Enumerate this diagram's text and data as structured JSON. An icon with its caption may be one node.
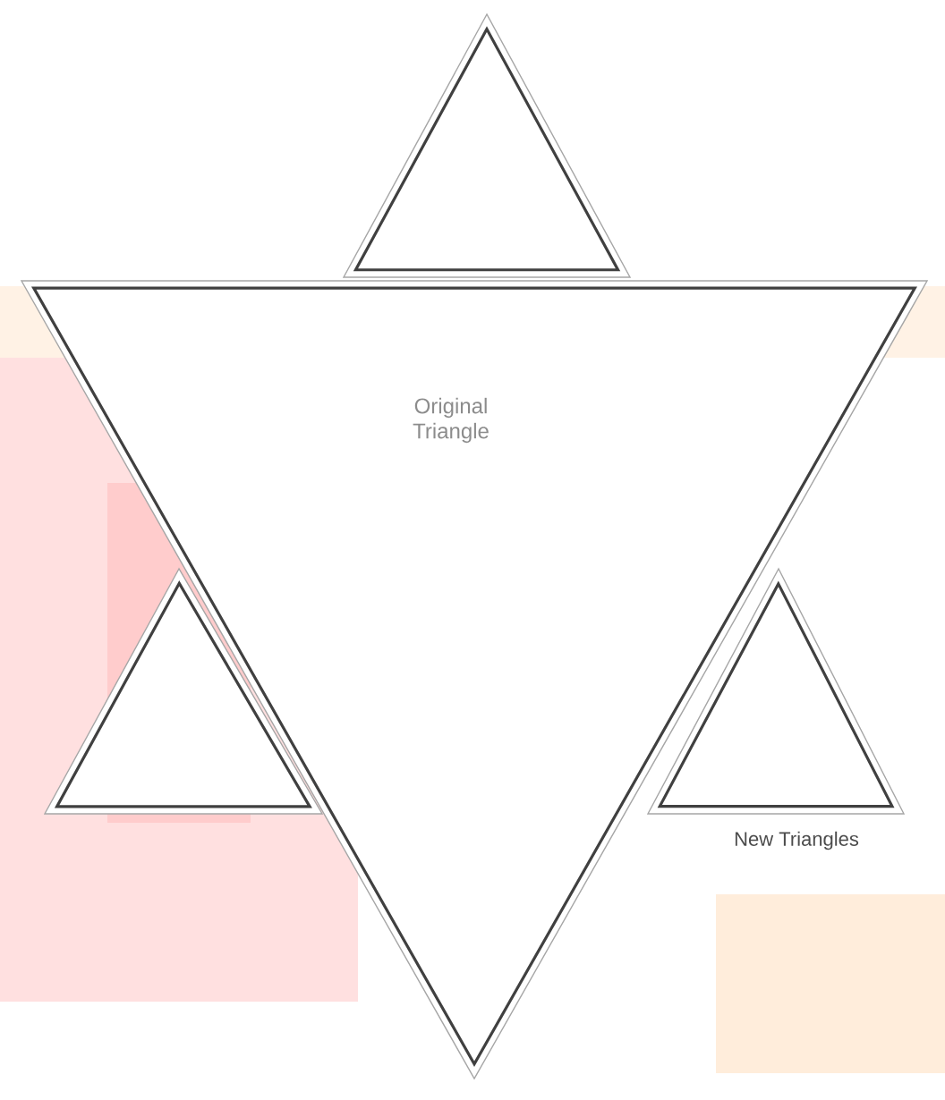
{
  "diagram": {
    "nodes": [
      {
        "text": [
          "Original Triangle"
        ]
      },
      {
        "text": [],
        "shape": "triangle"
      },
      {
        "text": [],
        "shape": "triangle"
      },
      {
        "text": [],
        "shape": "triangle"
      }
    ],
    "labels": [
      "New Triangles"
    ]
  }
}
